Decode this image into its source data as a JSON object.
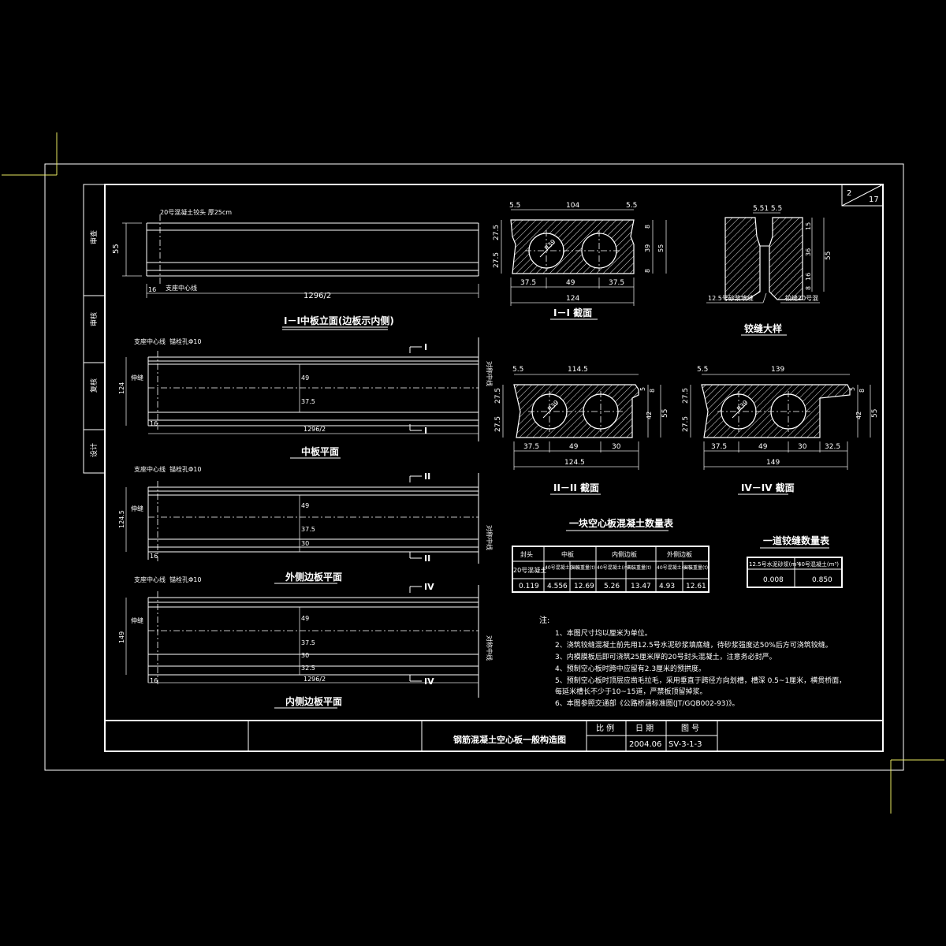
{
  "sheet": {
    "page": "2",
    "total": "17"
  },
  "side_block": [
    "审查",
    "审核",
    "复核",
    "设计"
  ],
  "title_block": {
    "drawing_title": "钢筋混凝土空心板一般构造图",
    "scale_label": "比 例",
    "date_label": "日 期",
    "number_label": "图 号",
    "date": "2004.06",
    "number": "SV-3-1-3"
  },
  "views": {
    "elev": {
      "title": "I－I中板立面(边板示内侧)",
      "note": "20号混凝土铰头 厚25cm",
      "h": "55",
      "small": "16",
      "len": "1296/2",
      "bearing": "支座中心线"
    },
    "mid_plan": {
      "title": "中板平面",
      "bearing": "支座中心线",
      "anchor": "锚栓孔Φ10",
      "width": "124",
      "len": "1296/2",
      "v1": "49",
      "v2": "37.5",
      "cut": "I",
      "side_label": "对称中线",
      "small": "16",
      "seam": "伸缝"
    },
    "outer_plan": {
      "title": "外侧边板平面",
      "bearing": "支座中心线",
      "anchor": "锚栓孔Φ10",
      "width": "124.5",
      "v1": "49",
      "v2": "37.5",
      "v3": "30",
      "cut": "II",
      "side_label": "对称中线",
      "small": "16",
      "seam": "伸缝"
    },
    "inner_plan": {
      "title": "内侧边板平面",
      "bearing": "支座中心线",
      "anchor": "锚栓孔Φ10",
      "width": "149",
      "len": "1296/2",
      "v1": "49",
      "v2": "37.5",
      "v3": "30",
      "v4": "32.5",
      "cut": "IV",
      "side_label": "对称中线",
      "small": "16",
      "seam": "伸缝"
    }
  },
  "sections": {
    "s1": {
      "title": "I－I 截面",
      "top": "104",
      "tl": "5.5",
      "tr": "5.5",
      "h1": "27.5",
      "h2": "27.5",
      "r": "R39",
      "dims_right": [
        "8",
        "39",
        "55",
        "8"
      ],
      "bottom": [
        "37.5",
        "49",
        "37.5"
      ],
      "total": "124"
    },
    "joint": {
      "title": "铰缝大样",
      "top": "5.51 5.5",
      "dims": [
        "15",
        "36",
        "55",
        "16",
        "8"
      ],
      "label_left": "12.5号砂浆填缝",
      "label_right": "铰缝20号混"
    },
    "s2": {
      "title": "II－II 截面",
      "top": "114.5",
      "tl": "5.5",
      "h1": "27.5",
      "h2": "27.5",
      "r": "R39",
      "dims_right": [
        "5",
        "8",
        "42",
        "55"
      ],
      "bottom": [
        "37.5",
        "49",
        "30"
      ],
      "total": "124.5"
    },
    "s4": {
      "title": "IV－IV 截面",
      "top": "139",
      "tl": "5.5",
      "h1": "27.5",
      "h2": "27.5",
      "r": "R39",
      "dims_right": [
        "5",
        "8",
        "42",
        "55"
      ],
      "bottom": [
        "37.5",
        "49",
        "30",
        "32.5"
      ],
      "total": "149"
    }
  },
  "table1": {
    "title": "一块空心板混凝土数量表",
    "head": [
      "封头",
      "中板",
      "内侧边板",
      "外侧边板"
    ],
    "sub": [
      "20号混凝土",
      "40号混凝土(m³)",
      "安装重量(t)",
      "40号混凝土(m³)",
      "安装重量(t)",
      "40号混凝土(m³)",
      "安装重量(t)"
    ],
    "vals": [
      "0.119",
      "4.556",
      "12.69",
      "5.26",
      "13.47",
      "4.93",
      "12.61"
    ]
  },
  "table2": {
    "title": "一道铰缝数量表",
    "head": [
      "12.5号水泥砂浆(m³)",
      "40号混凝土(m³)"
    ],
    "vals": [
      "0.008",
      "0.850"
    ]
  },
  "notes": {
    "title": "注:",
    "items": [
      "1、本图尺寸均以厘米为单位。",
      "2、浇筑铰缝混凝土前先用12.5号水泥砂浆填底缝，待砂浆强度达50%后方可浇筑铰缝。",
      "3、内模膜板后即可浇筑25厘米厚的20号封头混凝土，注意务必封严。",
      "4、预制空心板时跨中应留有2.3厘米的预拱度。",
      "5、预制空心板时顶层应凿毛拉毛，采用垂直于跨径方向划槽，槽深 0.5~1厘米，横贯桥面，",
      "   每延米槽长不少于10~15道，严禁板顶留掉浆。",
      "6、本图参照交通部《公路桥涵标准图(JT/GQB002-93)》。"
    ]
  }
}
